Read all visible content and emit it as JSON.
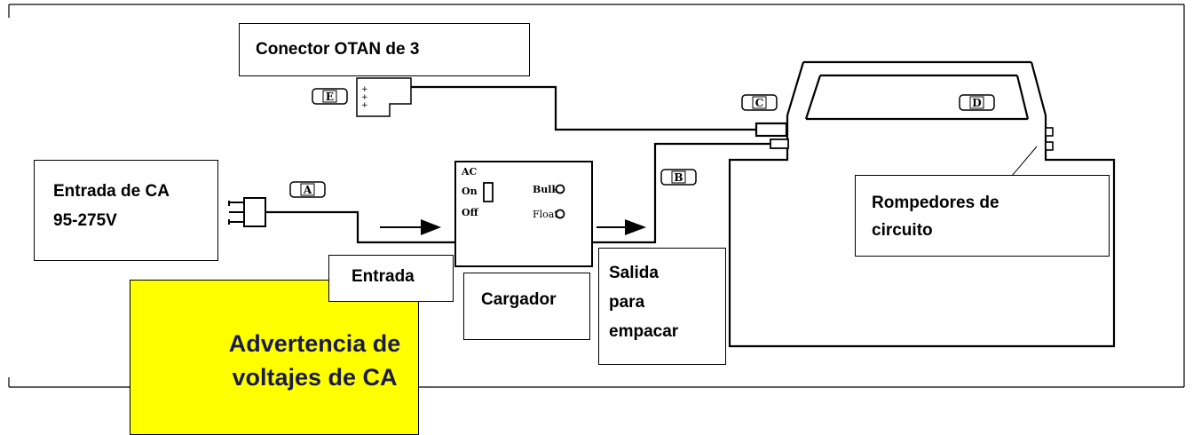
{
  "labels": {
    "otan_connector": "Conector OTAN de 3",
    "ac_input": "Entrada de CA\n95-275V",
    "input": "Entrada",
    "charger": "Cargador",
    "output": "Salida\npara\nempacar",
    "breakers": "Rompedores de\ncircuito",
    "warning": "Advertencia de\nvoltajes de CA"
  },
  "component_tags": {
    "a": "A",
    "b": "B",
    "c": "C",
    "d": "D",
    "e": "E"
  },
  "charger_panel": {
    "ac": "AC",
    "on": "On",
    "off": "Off",
    "bulk": "Bulk",
    "float": "Float"
  },
  "colors": {
    "warning_fill": "#ffff00",
    "warning_text": "#1a1a4a",
    "line": "#000000"
  }
}
